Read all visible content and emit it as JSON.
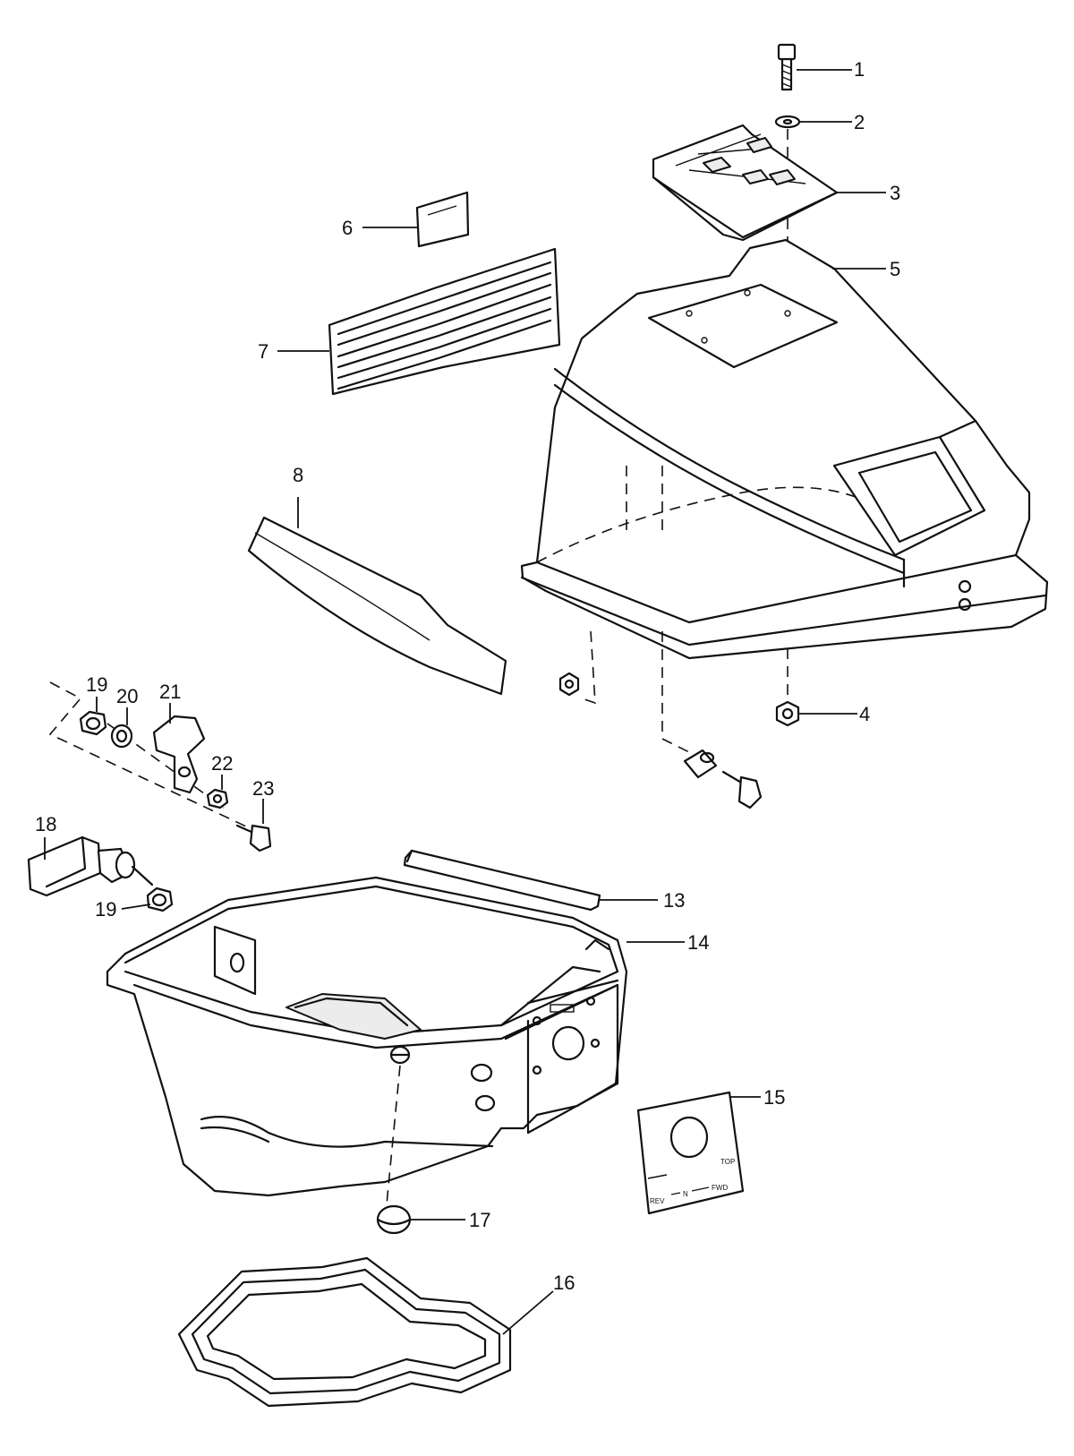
{
  "labels": [
    {
      "id": "1",
      "text": "1"
    },
    {
      "id": "2",
      "text": "2"
    },
    {
      "id": "3",
      "text": "3"
    },
    {
      "id": "4",
      "text": "4"
    },
    {
      "id": "5",
      "text": "5"
    },
    {
      "id": "6",
      "text": "6"
    },
    {
      "id": "7",
      "text": "7"
    },
    {
      "id": "8",
      "text": "8"
    },
    {
      "id": "13",
      "text": "13"
    },
    {
      "id": "14",
      "text": "14"
    },
    {
      "id": "15",
      "text": "15"
    },
    {
      "id": "16",
      "text": "16"
    },
    {
      "id": "17",
      "text": "17"
    },
    {
      "id": "18",
      "text": "18"
    },
    {
      "id": "19a",
      "text": "19"
    },
    {
      "id": "19b",
      "text": "19"
    },
    {
      "id": "20",
      "text": "20"
    },
    {
      "id": "21",
      "text": "21"
    },
    {
      "id": "22",
      "text": "22"
    },
    {
      "id": "23",
      "text": "23"
    }
  ],
  "decal": {
    "rev": "REV",
    "n": "N",
    "fwd": "FWD",
    "top": "TOP"
  }
}
